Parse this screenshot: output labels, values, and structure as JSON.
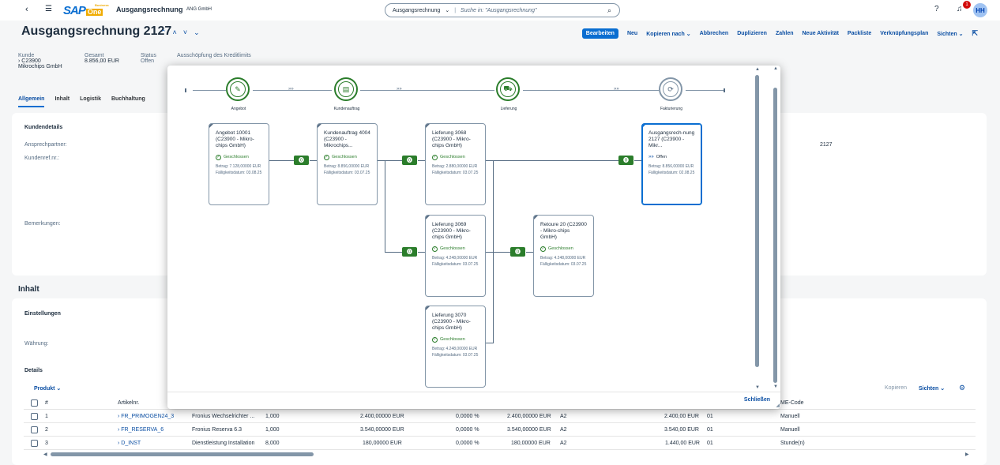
{
  "shell": {
    "back_icon": "chevron-left-icon",
    "menu_icon": "menu-icon",
    "logo_sap": "SAP",
    "logo_one": "One",
    "logo_business": "Business",
    "app_title": "Ausgangsrechnung",
    "company": "ANG GmbH",
    "search_scope": "Ausgangsrechnung",
    "search_placeholder": "Suche in: \"Ausgangsrechnung\"",
    "notification_count": "1",
    "avatar": "HH"
  },
  "header": {
    "title": "Ausgangsrechnung 2127",
    "actions": [
      "Bearbeiten",
      "Neu",
      "Kopieren nach",
      "Abbrechen",
      "Duplizieren",
      "Zahlen",
      "Neue Aktivität",
      "Packliste",
      "Verknüpfungsplan",
      "Sichten"
    ],
    "kunde_label": "Kunde",
    "kunde_code": "C23900",
    "kunde_name": "Mikrochips GmbH",
    "gesamt_label": "Gesamt",
    "gesamt_value": "8.856,00 EUR",
    "status_label": "Status",
    "status_value": "Offen",
    "credit_label": "Ausschöpfung des Kreditlimits"
  },
  "tabs": [
    "Allgemein",
    "Inhalt",
    "Logistik",
    "Buchhaltung"
  ],
  "general": {
    "section": "Kundendetails",
    "contact_label": "Ansprechpartner:",
    "ref_label": "Kundenref.nr.:",
    "remarks_label": "Bemerkungen:",
    "number_value": "2127"
  },
  "content": {
    "section": "Inhalt",
    "settings": "Einstellungen",
    "currency_label": "Währung:",
    "details": "Details",
    "product_tab": "Produkt",
    "copy": "Kopieren",
    "views": "Sichten",
    "columns": [
      "#",
      "Artikelnr.",
      "ME-Code"
    ],
    "rows": [
      {
        "n": "1",
        "item": "FR_PRIMOGEN24_3",
        "desc": "Fronius Wechselrichter ...",
        "qty": "1,000",
        "price": "2.400,00000 EUR",
        "disc": "0,0000 %",
        "after": "2.400,00000 EUR",
        "tax": "A2",
        "total": "2.400,00 EUR",
        "wh": "01",
        "uom": "Manuell"
      },
      {
        "n": "2",
        "item": "FR_RESERVA_6",
        "desc": "Fronius Reserva 6.3",
        "qty": "1,000",
        "price": "3.540,00000 EUR",
        "disc": "0,0000 %",
        "after": "3.540,00000 EUR",
        "tax": "A2",
        "total": "3.540,00 EUR",
        "wh": "01",
        "uom": "Manuell"
      },
      {
        "n": "3",
        "item": "D_INST",
        "desc": "Dienstleistung Installation",
        "qty": "8,000",
        "price": "180,00000 EUR",
        "disc": "0,0000 %",
        "after": "180,00000 EUR",
        "tax": "A2",
        "total": "1.440,00 EUR",
        "wh": "01",
        "uom": "Stunde(n)"
      }
    ]
  },
  "dialog": {
    "stages": [
      "Angebot",
      "Kundenauftrag",
      "Lieferung",
      "Fakturierung"
    ],
    "close": "Schließen",
    "nodes": [
      {
        "title": "Angebot 10001 (C23900 - Mikro-chips GmbH)",
        "status": "Geschlossen",
        "amount": "Betrag: 7.128,00000 EUR",
        "due": "Fälligkeitsdatum: 03.08.25"
      },
      {
        "title": "Kundenauftrag 4004 (C23900 - Mikrochips...",
        "status": "Geschlossen",
        "amount": "Betrag: 8.856,00000 EUR",
        "due": "Fälligkeitsdatum: 03.07.25"
      },
      {
        "title": "Lieferung 3068 (C23900 - Mikro-chips GmbH)",
        "status": "Geschlossen",
        "amount": "Betrag: 2.880,00000 EUR",
        "due": "Fälligkeitsdatum: 03.07.25"
      },
      {
        "title": "Ausgangsrech-nung 2127 (C23900 - Mikr...",
        "status": "Offen",
        "amount": "Betrag: 8.856,00000 EUR",
        "due": "Fälligkeitsdatum: 02.08.25"
      },
      {
        "title": "Lieferung 3069 (C23900 - Mikro-chips GmbH)",
        "status": "Geschlossen",
        "amount": "Betrag: 4.248,00000 EUR",
        "due": "Fälligkeitsdatum: 03.07.25"
      },
      {
        "title": "Retoure 20 (C23900 - Mikro-chips GmbH)",
        "status": "Geschlossen",
        "amount": "Betrag: 4.248,00000 EUR",
        "due": "Fälligkeitsdatum: 03.07.25"
      },
      {
        "title": "Lieferung 3070 (C23900 - Mikro-chips GmbH)",
        "status": "Geschlossen",
        "amount": "Betrag: 4.248,00000 EUR",
        "due": "Fälligkeitsdatum: 03.07.25"
      }
    ]
  }
}
